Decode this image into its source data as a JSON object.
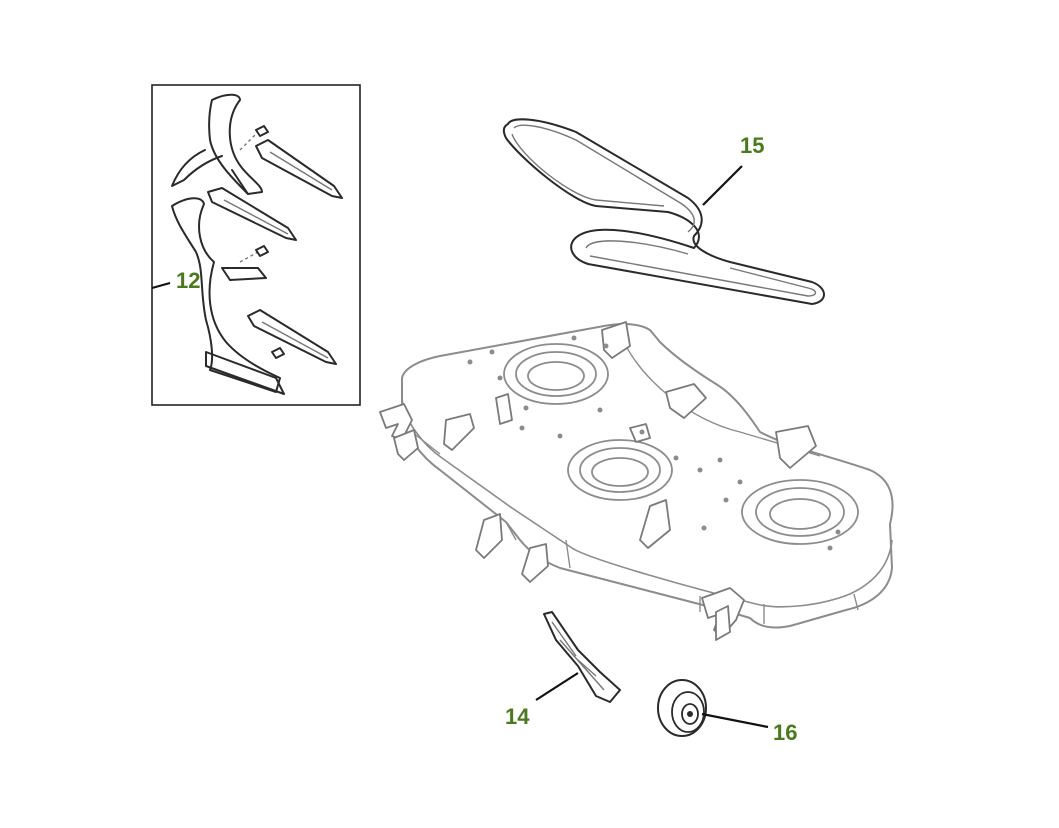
{
  "colors": {
    "callout_text": "#4a7a1e",
    "line": "#2a2a2a",
    "deck_line": "#8c8c8c",
    "background": "#ffffff"
  },
  "callouts": {
    "mulch_kit": "12",
    "belt": "15",
    "blade": "14",
    "gauge_wheel": "16"
  }
}
